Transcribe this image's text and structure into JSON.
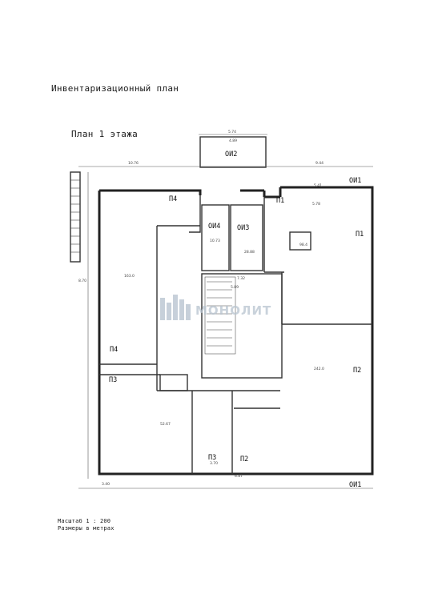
{
  "document": {
    "title": "Инвентаризационный план",
    "floor_title": "План 1 этажа",
    "scale_line": "Масштаб 1 : 200",
    "units_line": "Размеры в метрах"
  },
  "watermark": {
    "text": "МОНОЛИТ",
    "color": "#9fb0c2"
  },
  "room_labels": {
    "oi1_top": "ОИ1",
    "oi1_bottom": "ОИ1",
    "oi2": "ОИ2",
    "oi3": "ОИ3",
    "oi4": "ОИ4",
    "p1_top": "П1",
    "p1_right": "П1",
    "p2_right": "П2",
    "p2_bottom": "П2",
    "p3_left": "П3",
    "p3_bottom": "П3",
    "p4_top": "П4",
    "p4_left": "П4"
  },
  "dimension_labels": {
    "oi2_width": "5.74",
    "oi2_inner": "4.89",
    "top_left_run": "10.76",
    "top_right_run": "9.44",
    "left_height": "8.70",
    "oi1_right": "5.41",
    "p1_room": "5.78",
    "stair_top": "7.32",
    "stair_mid": "5.89",
    "hall_area": "242.0",
    "bottom_span": "6.87",
    "p3_width": "3.70",
    "left_bottom": "3.40",
    "big_left_area": "163.0",
    "bottom_left_area": "52.67",
    "room_right_area": "98.4",
    "oi3_area": "28.88",
    "oi4_area": "10.73"
  }
}
